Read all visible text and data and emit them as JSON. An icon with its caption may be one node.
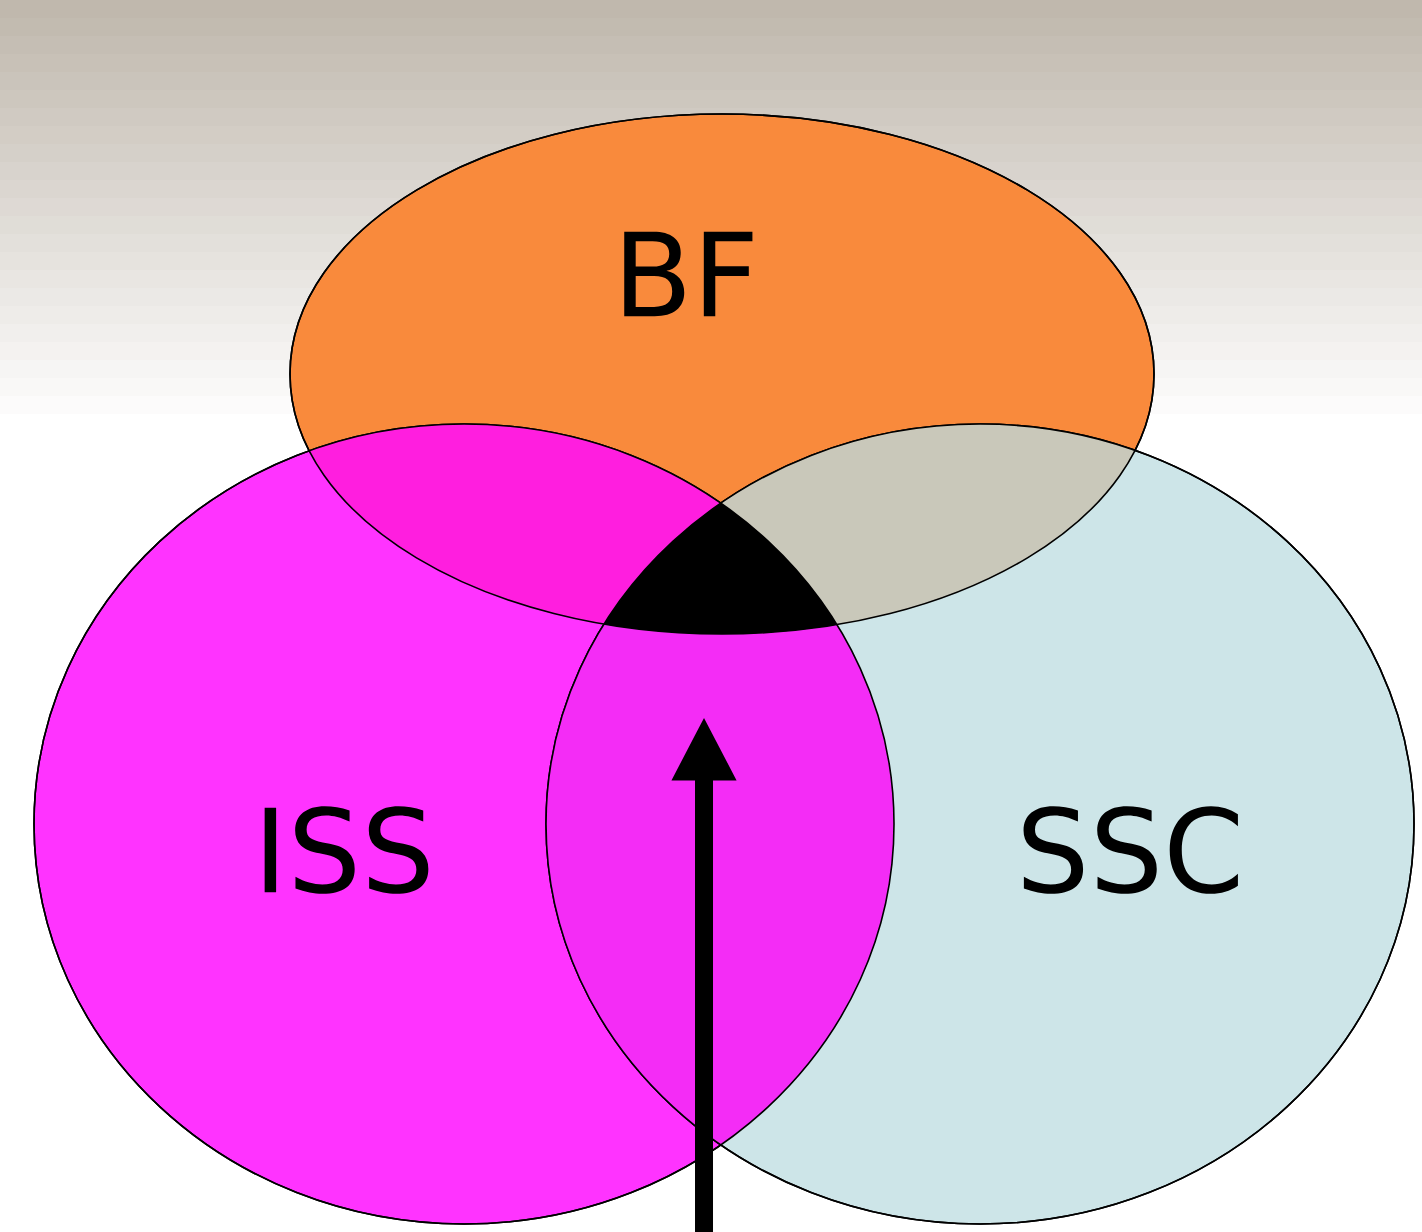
{
  "diagram": {
    "nodes": [
      {
        "text": [
          "BF"
        ]
      },
      {
        "text": [
          "ISS"
        ]
      },
      {
        "text": [
          "SSC"
        ]
      },
      {
        "text": [],
        "shape": "triangle"
      }
    ],
    "edges": [
      {
        "from": null,
        "to": 3,
        "arrow": "to"
      }
    ]
  }
}
